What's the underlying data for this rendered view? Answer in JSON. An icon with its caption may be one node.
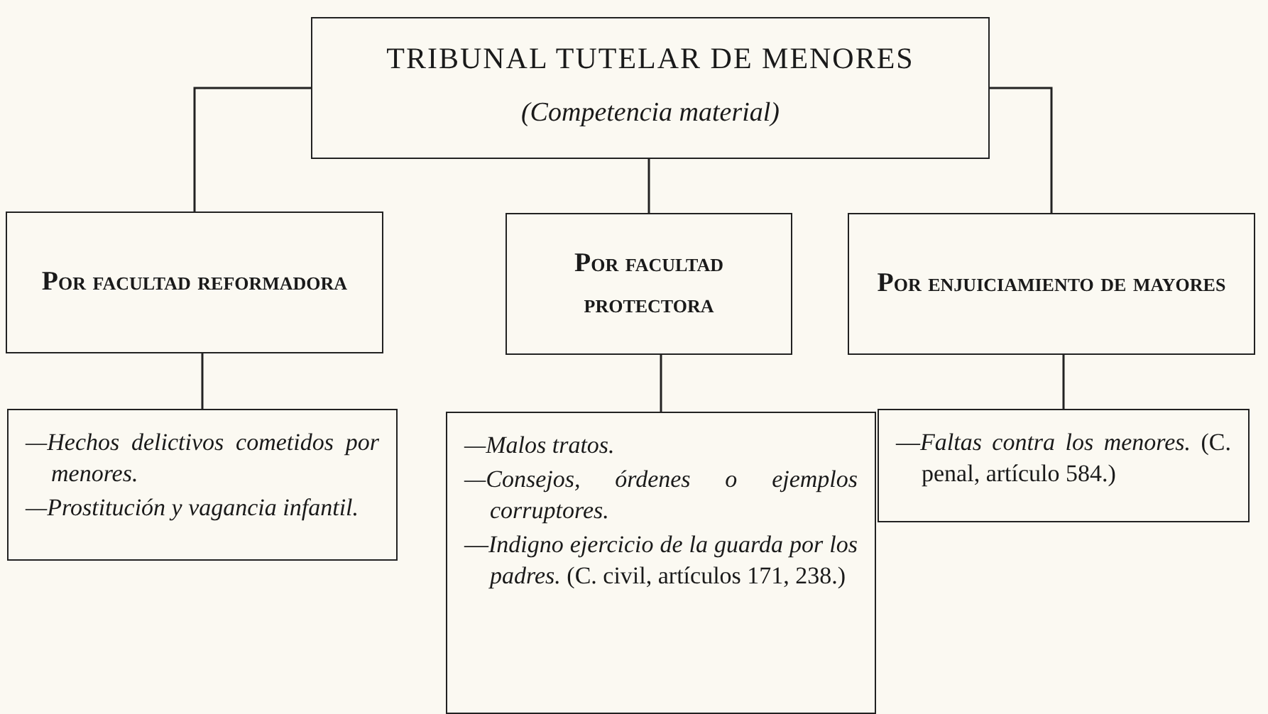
{
  "diagram": {
    "nodes": [
      {
        "text": [
          "TRIBUNAL TUTELAR DE MENORES",
          "(Competencia material)"
        ]
      },
      {
        "text": [
          "Por facultad reformadora"
        ]
      },
      {
        "text": [
          "Por facultad protectora"
        ]
      },
      {
        "text": [
          "Por enjuiciamiento de mayores"
        ]
      },
      {
        "text": [
          "—Hechos delictivos cometidos por menores.",
          "—Prostitución y vagancia infantil."
        ]
      },
      {
        "text": [
          "—Malos tratos.",
          "—Consejos, órdenes o ejemplos corruptores.",
          "—*Indigno ejercicio de la guarda por los padres.* (C. civil, artículos 171, 238.)"
        ]
      },
      {
        "text": [
          "—*Faltas contra los menores.* (C. penal, artículo 584.)"
        ]
      }
    ],
    "edges": [
      {
        "from": 0,
        "to": 1,
        "arrow": "none"
      },
      {
        "from": 0,
        "to": 2,
        "arrow": "none"
      },
      {
        "from": 0,
        "to": 3,
        "arrow": "none"
      },
      {
        "from": 1,
        "to": 4,
        "arrow": "none"
      },
      {
        "from": 2,
        "to": 5,
        "arrow": "none"
      },
      {
        "from": 3,
        "to": 6,
        "arrow": "none"
      }
    ]
  }
}
